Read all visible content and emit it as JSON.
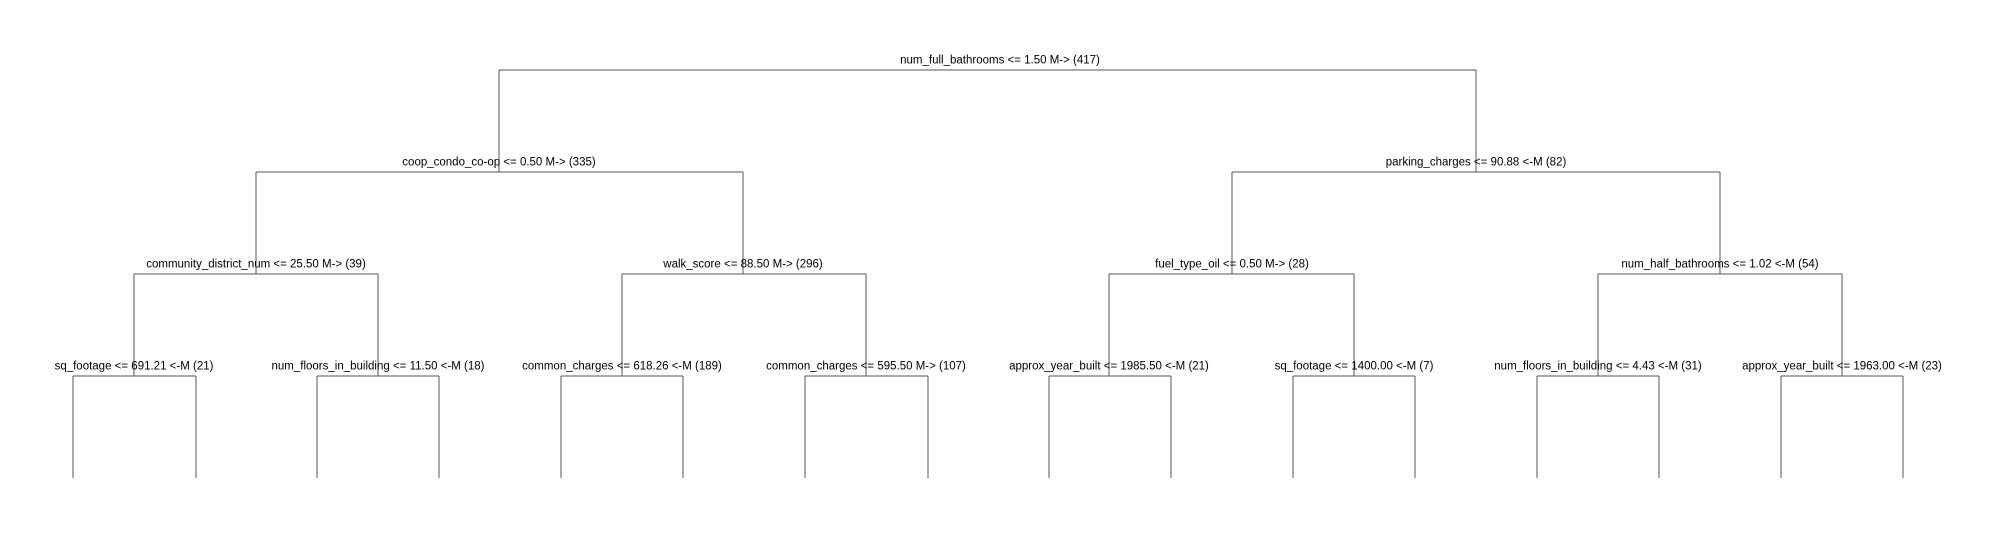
{
  "diagram": {
    "type": "decision-tree",
    "line_color": "#555555",
    "text_color": "#000000",
    "nodes": {
      "root": {
        "label": "num_full_bathrooms <= 1.50 M-> (417)"
      },
      "l": {
        "label": "coop_condo_co-op <= 0.50 M-> (335)"
      },
      "r": {
        "label": "parking_charges <= 90.88 <-M (82)"
      },
      "ll": {
        "label": "community_district_num <= 25.50 M-> (39)"
      },
      "lr": {
        "label": "walk_score <= 88.50 M-> (296)"
      },
      "rl": {
        "label": "fuel_type_oil <= 0.50 M-> (28)"
      },
      "rr": {
        "label": "num_half_bathrooms <= 1.02 <-M (54)"
      },
      "lll": {
        "label": "sq_footage <= 691.21 <-M (21)"
      },
      "llr": {
        "label": "num_floors_in_building <= 11.50 <-M (18)"
      },
      "lrl": {
        "label": "common_charges <= 618.26 <-M (189)"
      },
      "lrr": {
        "label": "common_charges <= 595.50 M-> (107)"
      },
      "rll": {
        "label": "approx_year_built <= 1985.50 <-M (21)"
      },
      "rlr": {
        "label": "sq_footage <= 1400.00 <-M (7)"
      },
      "rrl": {
        "label": "num_floors_in_building <= 4.43 <-M (31)"
      },
      "rrr": {
        "label": "approx_year_built <= 1963.00 <-M (23)"
      }
    }
  }
}
